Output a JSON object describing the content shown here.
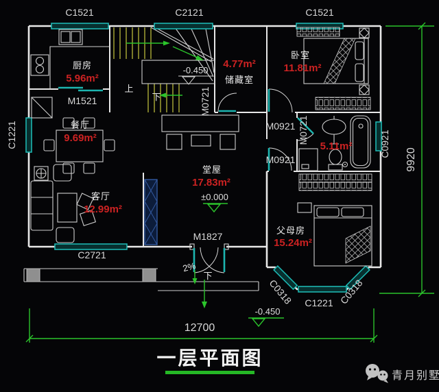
{
  "title": {
    "text": "一层平面图"
  },
  "watermark": {
    "icon": "wechat-icon",
    "text": "青月别墅"
  },
  "dimensions": {
    "width": "12700",
    "height": "9920"
  },
  "windows": {
    "top_left": "C1521",
    "top_center": "C2121",
    "top_right": "C1521",
    "left": "C1221",
    "right": "C0921",
    "bottom_left": "C2721",
    "bay_left": "C0318",
    "bay_center": "C1221",
    "bay_right": "C0318"
  },
  "doors": {
    "kitchen": "M1521",
    "storage": "M0721",
    "bedroom": "M0921",
    "bathroom": "M0721",
    "parents": "M0921",
    "entry": "M1827"
  },
  "rooms": {
    "kitchen": {
      "name": "厨房",
      "area": "5.96m²"
    },
    "dining": {
      "name": "餐厅",
      "area": "9.69m²"
    },
    "living": {
      "name": "客厅",
      "area": "12.99m²"
    },
    "hall": {
      "name": "堂屋",
      "area": "17.83m²"
    },
    "storage": {
      "name": "储藏室",
      "area": "4.77m²"
    },
    "bedroom": {
      "name": "卧室",
      "area": "11.81m²"
    },
    "bathroom": {
      "area": "5.11m²"
    },
    "parents": {
      "name": "父母房",
      "area": "15.24m²"
    }
  },
  "levels": {
    "stair_landing": "-0.450",
    "hall": "±0.000",
    "entry": "-0.450"
  },
  "stairs": {
    "up": "上",
    "down": "下"
  },
  "entry": {
    "slope": "2%",
    "down": "下"
  },
  "colors": {
    "background": "#050507",
    "wall": "#e8e8e8",
    "window": "#1db5b0",
    "dimension_green": "#2bc42b",
    "area_red": "#cc2222",
    "stair_yellow": "#b9b93a",
    "column_gray": "#8f8f8f",
    "screen_navy": "#33599f"
  }
}
